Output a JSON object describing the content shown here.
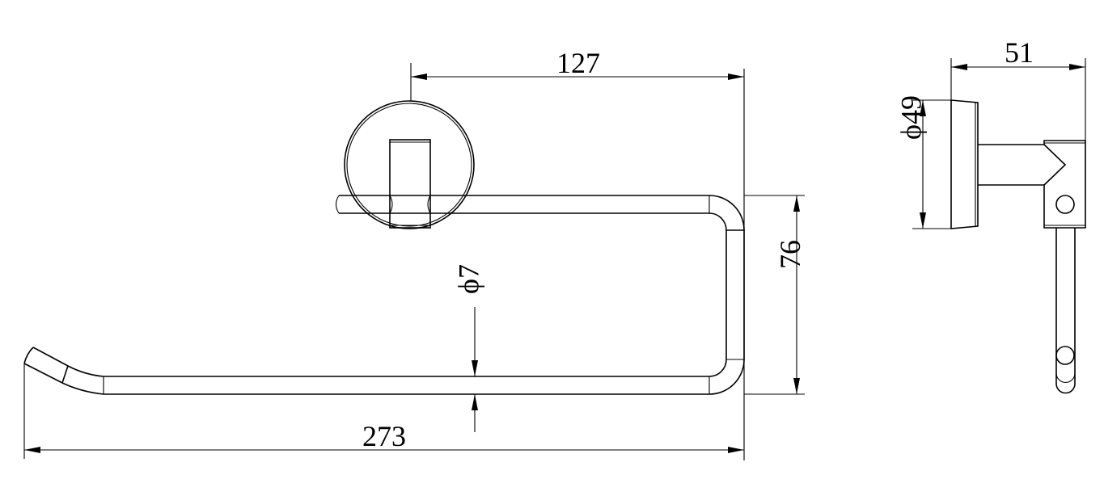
{
  "drawing": {
    "front_view": {
      "dim_width_top": "127",
      "dim_height": "76",
      "dim_rod_diameter": "ϕ7",
      "dim_total_length": "273"
    },
    "side_view": {
      "dim_depth": "51",
      "dim_plate_diameter": "ϕ49"
    },
    "line_color": "#000000",
    "background_color": "#ffffff"
  }
}
